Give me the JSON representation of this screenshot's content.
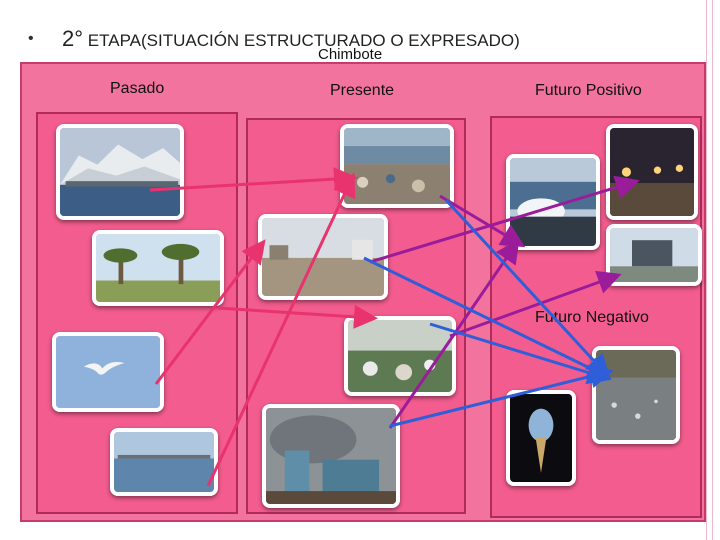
{
  "slide": {
    "bullet": "•",
    "title_prefix": "2°",
    "title_rest": " ETAPA(SITUACIÓN ESTRUCTURADO O EXPRESADO)",
    "subtitle": "Chimbote"
  },
  "columns": {
    "pasado": "Pasado",
    "presente": "Presente",
    "futuro_positivo": "Futuro Positivo",
    "futuro_negativo": "Futuro Negativo"
  },
  "photos": {
    "pasado": [
      "mountain-harbor-photo",
      "palm-park-photo",
      "seagull-photo",
      "bay-boats-photo"
    ],
    "presente": [
      "garbage-shore-photo",
      "dirt-lot-photo",
      "landfill-photo",
      "factory-smoke-photo"
    ],
    "futuro_positivo": [
      "breakwater-waves-photo",
      "night-promenade-photo",
      "pier-structure-photo"
    ],
    "futuro_negativo": [
      "polluted-water-photo",
      "oiled-bird-photo"
    ]
  },
  "colors": {
    "panel": "#f2739e",
    "column_panel": "#f25c8e",
    "arrow_pink": "#e8336e",
    "arrow_purple": "#9b1c9b",
    "arrow_blue": "#2f5fd8"
  }
}
